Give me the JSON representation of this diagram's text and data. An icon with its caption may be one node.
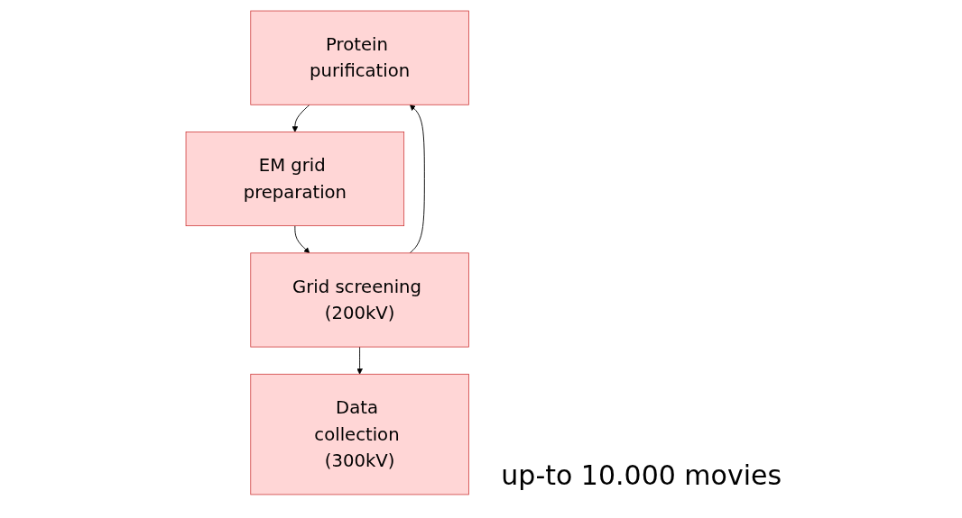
{
  "diagram": {
    "nodes": [
      {
        "text": [
          "Protein purification"
        ]
      },
      {
        "text": [
          "EM grid preparation"
        ]
      },
      {
        "text": [
          "Grid screening (200kV)"
        ]
      },
      {
        "text": [
          "Data collection (300kV)"
        ],
        "beside": [
          "up-to 10.000 movies"
        ]
      }
    ],
    "edges": [
      {
        "from": 0,
        "to": 1,
        "arrow": "to"
      },
      {
        "from": 1,
        "to": 2,
        "arrow": "to"
      },
      {
        "from": 2,
        "to": 3,
        "arrow": "to"
      },
      {
        "from": 2,
        "to": 0,
        "arrow": "to"
      }
    ]
  }
}
